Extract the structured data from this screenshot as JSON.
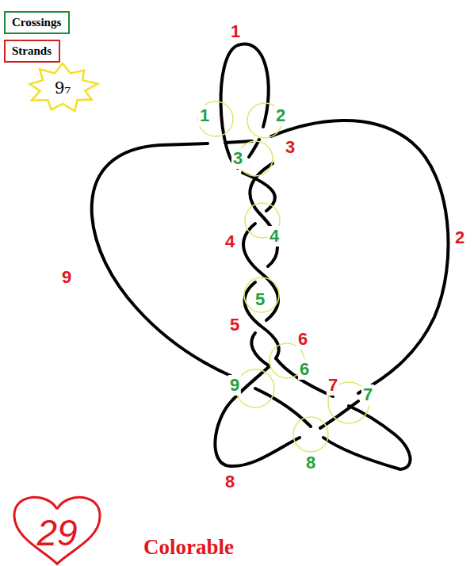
{
  "diagram": {
    "nodes": [
      {
        "text": [
          "Crossings"
        ]
      },
      {
        "text": [
          "Strands"
        ]
      },
      {
        "text": [
          "9₇"
        ]
      },
      {
        "text": [
          "29"
        ]
      }
    ],
    "labels": [
      "1",
      "2",
      "3",
      "4",
      "5",
      "6",
      "7",
      "8",
      "9",
      "1",
      "2",
      "3",
      "4",
      "5",
      "6",
      "7",
      "8",
      "9",
      "Colorable"
    ]
  }
}
